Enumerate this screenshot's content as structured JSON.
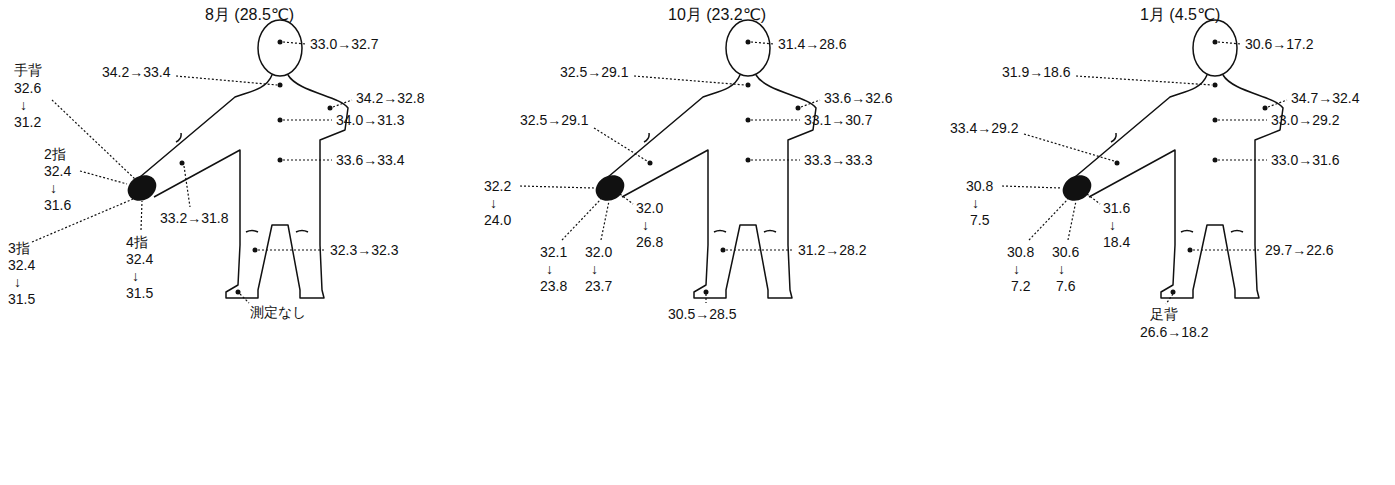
{
  "diagram": {
    "labels": [
      "8月 (28.5℃)",
      "33.0→32.7",
      "34.2→33.4",
      "34.2→32.8",
      "34.0→31.3",
      "33.6→33.4",
      "手背",
      "32.6",
      "↓",
      "31.2",
      "2指",
      "32.4",
      "↓",
      "31.6",
      "33.2→31.8",
      "3指",
      "32.4",
      "↓",
      "31.5",
      "4指",
      "32.4",
      "↓",
      "31.5",
      "32.3→32.3",
      "測定なし",
      "10月 (23.2℃)",
      "31.4→28.6",
      "32.5→29.1",
      "33.6→32.6",
      "32.5→29.1",
      "33.1→30.7",
      "33.3→33.3",
      "32.2",
      "↓",
      "24.0",
      "32.0",
      "↓",
      "26.8",
      "32.1",
      "↓",
      "23.8",
      "32.0",
      "↓",
      "23.7",
      "31.2→28.2",
      "30.5→28.5",
      "1月 (4.5℃)",
      "30.6→17.2",
      "31.9→18.6",
      "34.7→32.4",
      "33.4→29.2",
      "33.0→29.2",
      "33.0→31.6",
      "30.8",
      "↓",
      "7.5",
      "31.6",
      "↓",
      "18.4",
      "30.8",
      "↓",
      "7.2",
      "30.6",
      "↓",
      "7.6",
      "29.7→22.6",
      "足背",
      "26.6→18.2"
    ]
  }
}
